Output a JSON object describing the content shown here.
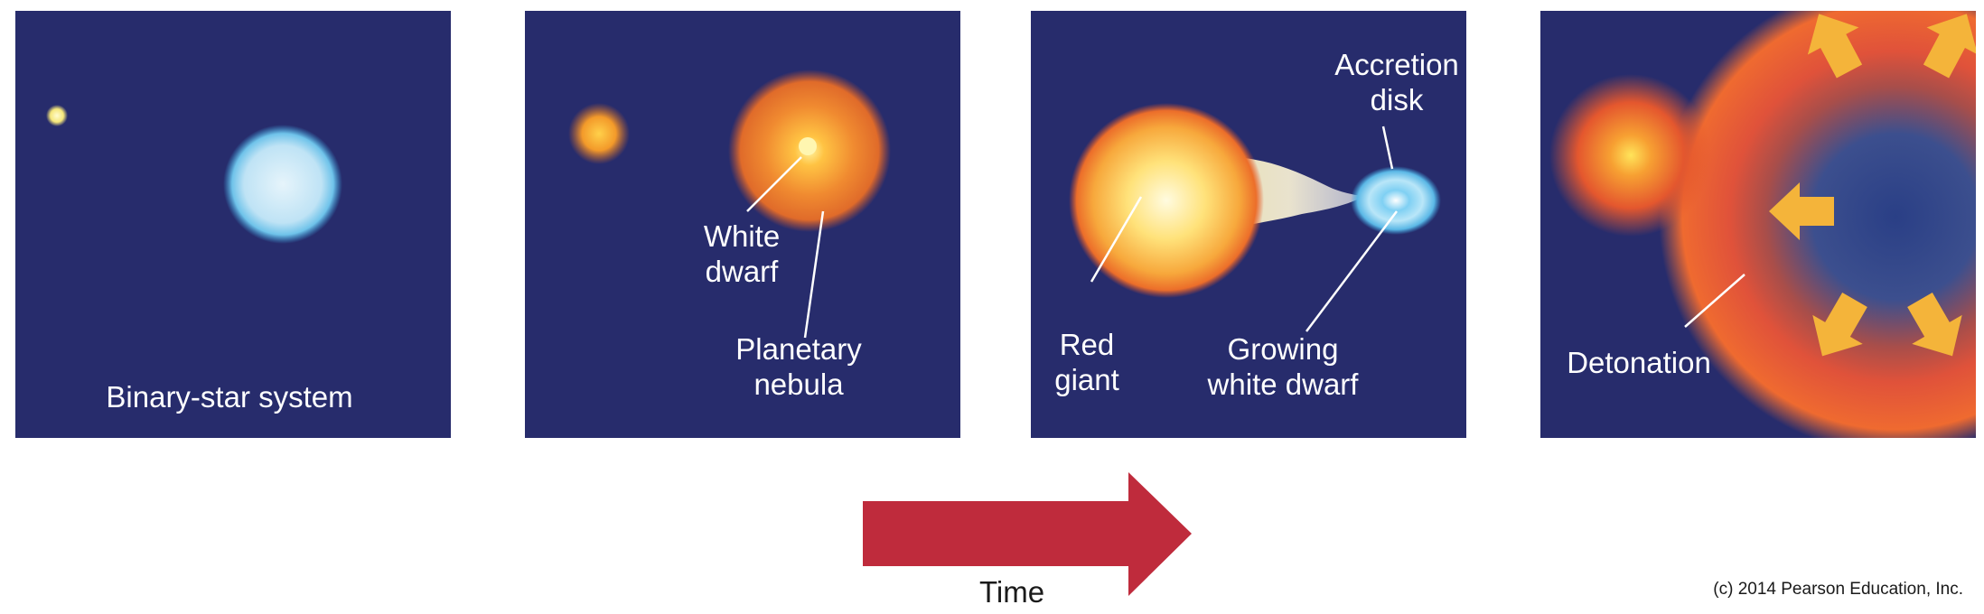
{
  "panels": [
    {
      "labels": {
        "system": "Binary-star system"
      }
    },
    {
      "labels": {
        "white_dwarf_1": "White",
        "white_dwarf_2": "dwarf",
        "nebula_1": "Planetary",
        "nebula_2": "nebula"
      }
    },
    {
      "labels": {
        "accretion_1": "Accretion",
        "accretion_2": "disk",
        "red_giant_1": "Red",
        "red_giant_2": "giant",
        "growing_1": "Growing",
        "growing_2": "white dwarf"
      }
    },
    {
      "labels": {
        "detonation": "Detonation"
      }
    }
  ],
  "time_arrow": {
    "label": "Time"
  },
  "copyright": "(c) 2014 Pearson Education, Inc.",
  "colors": {
    "panel_bg": "#272c6c",
    "arrow_red": "#bf2b3c",
    "burst_arrows": "#f4b43a",
    "label_text": "#ffffff"
  }
}
